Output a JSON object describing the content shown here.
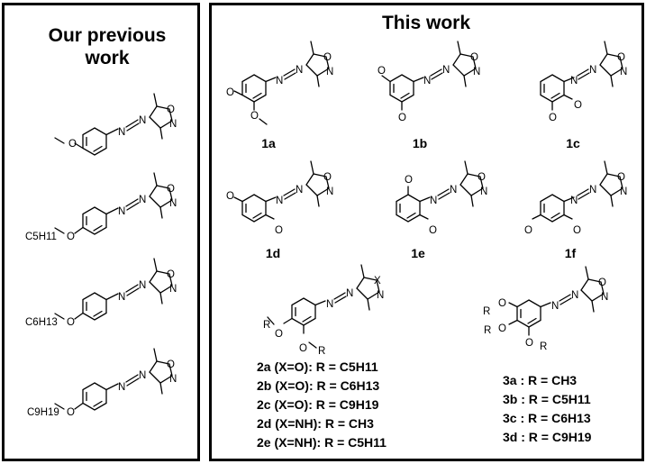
{
  "left_panel": {
    "heading_line1": "Our previous",
    "heading_line2": "work",
    "substituents": [
      "C5H11",
      "C6H13",
      "C9H19"
    ]
  },
  "right_panel": {
    "heading": "This work",
    "row1_labels": [
      "1a",
      "1b",
      "1c"
    ],
    "row2_labels": [
      "1d",
      "1e",
      "1f"
    ],
    "series2_lines": [
      "2a (X=O): R = C5H11",
      "2b (X=O): R = C6H13",
      "2c (X=O): R = C9H19",
      "2d (X=NH): R = CH3",
      "2e (X=NH): R = C5H11"
    ],
    "series3_lines": [
      "3a : R = CH3",
      "3b : R = C5H11",
      "3c : R = C6H13",
      "3d : R = C9H19"
    ]
  },
  "atoms": {
    "oxygen": "O",
    "nitrogen": "N",
    "variable": "X",
    "group": "R"
  }
}
